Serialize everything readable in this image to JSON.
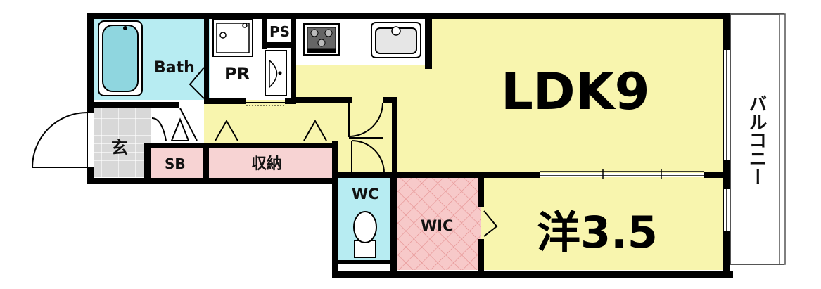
{
  "rooms": {
    "ldk": "LDK9",
    "western": "洋3.5",
    "bath": "Bath",
    "pr": "PR",
    "ps": "PS",
    "entrance": "玄",
    "sb": "SB",
    "storage": "収納",
    "wc": "WC",
    "wic": "WIC",
    "balcony": "バルコニー"
  },
  "colors": {
    "ldk": "#f8f5ae",
    "western": "#f8f5ae",
    "corridor": "#f8f5ae",
    "bath": "#b7ecf2",
    "wc": "#b7ecf2",
    "pr": "#ffffff",
    "sb": "#f7d3d3",
    "storage": "#f7d3d3",
    "wic": "#f6c5c5",
    "entrance": "#d7d7d7",
    "balcony": "#ffffff",
    "wall": "#000000"
  }
}
